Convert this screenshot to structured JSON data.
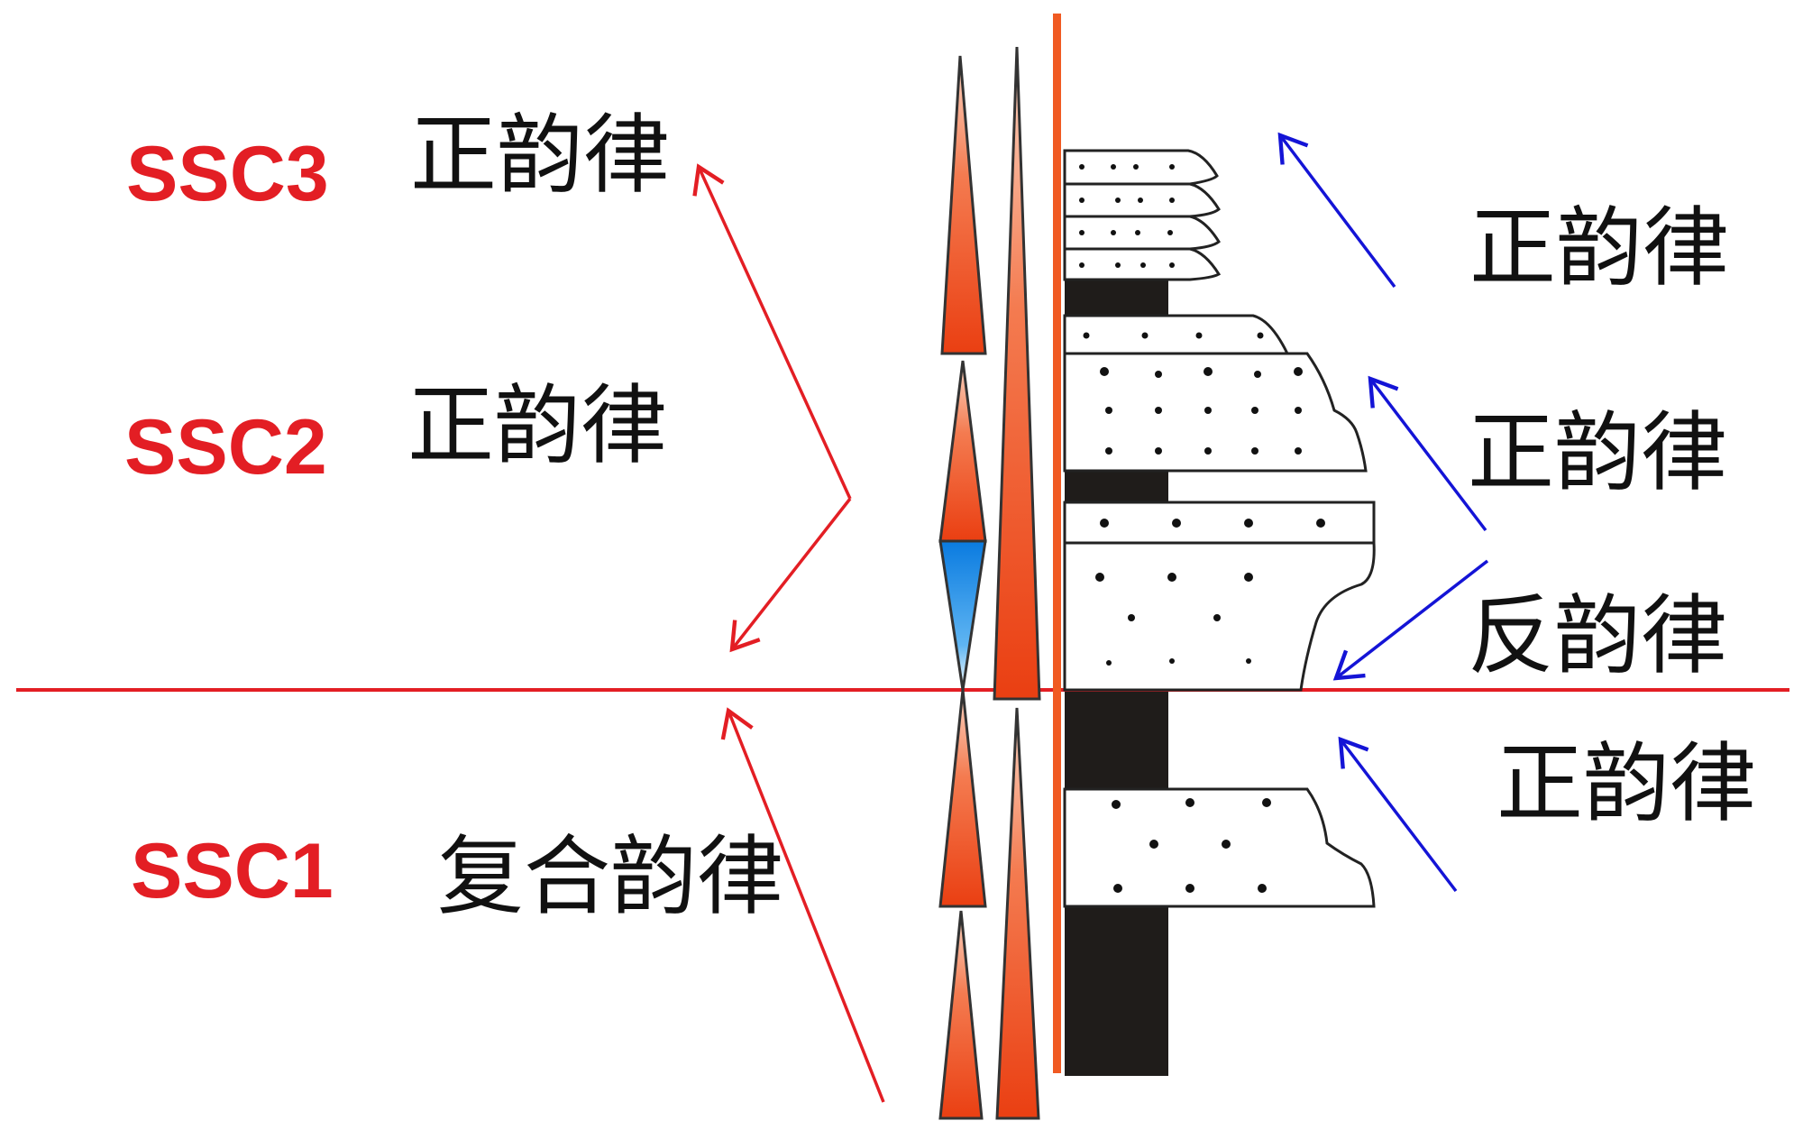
{
  "colors": {
    "ssc_label": "#e31e24",
    "boundary_line": "#e31e24",
    "red_arrows": "#e31e24",
    "blue_arrows": "#1414d6",
    "triangle_fill": "#f0602e",
    "triangle_inverted": "#1a8fe0",
    "axis_bar": "#f05a22",
    "mudstone": "#1f1c1a",
    "sandstone": "#ffffff"
  },
  "sequences": [
    {
      "label": "SSC3",
      "rhythm": "正韵律"
    },
    {
      "label": "SSC2",
      "rhythm": "正韵律"
    },
    {
      "label": "SSC1",
      "rhythm": "复合韵律"
    }
  ],
  "column_rhythms": [
    {
      "label": "正韵律",
      "arrow": "blue-arrow"
    },
    {
      "label": "正韵律",
      "arrow": "blue-arrow"
    },
    {
      "label": "反韵律",
      "arrow": "blue-arrow"
    },
    {
      "label": "正韵律",
      "arrow": "blue-arrow"
    }
  ],
  "lithology": [
    "sandstone",
    "mudstone"
  ]
}
